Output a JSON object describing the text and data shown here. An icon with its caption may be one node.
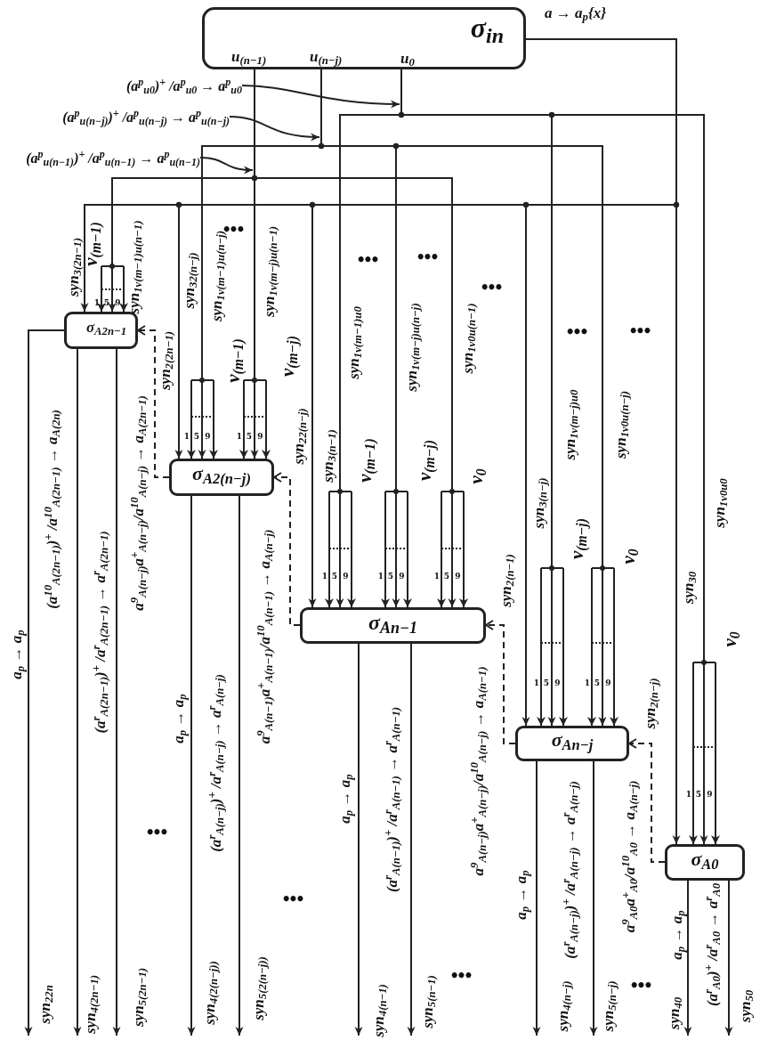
{
  "diagram": {
    "nodes": [
      {
        "text": [
          "σ$_{in}$",
          "u$_{(n−1)}$",
          "u$_{(n−j)}$",
          "u$_{0}$"
        ],
        "beside": [
          "a → a$_{p}${x}"
        ]
      },
      {
        "text": [
          "σ$_{A2n−1}$"
        ]
      },
      {
        "text": [
          "σ$_{A2(n−j)}$"
        ]
      },
      {
        "text": [
          "σ$_{An−1}$"
        ]
      },
      {
        "text": [
          "σ$_{An−j}$"
        ]
      },
      {
        "text": [
          "σ$_{A0}$"
        ]
      },
      {
        "text": [
          "(a$^{p}$$_{u0}$)$^{+}$ /a$^{p}$$_{u0}$ → a$^{p}$$_{u0}$"
        ]
      },
      {
        "text": [
          "(a$^{p}$$_{u(n−j)}$)$^{+}$ /a$^{p}$$_{u(n−j)}$ → a$^{p}$$_{u(n−j)}$"
        ]
      },
      {
        "text": [
          "(a$^{p}$$_{u(n−1)}$)$^{+}$ /a$^{p}$$_{u(n−1)}$ → a$^{p}$$_{u(n−1)}$"
        ]
      }
    ],
    "edges": [
      {
        "from": 0,
        "to": 1,
        "arrow": "to",
        "label": "syn$_{3(2n−1)}$"
      },
      {
        "from": 0,
        "to": 1,
        "arrow": "to",
        "label": "syn$_{1v(m−1)u(n−1)}$"
      },
      {
        "from": 0,
        "to": 2,
        "arrow": "to",
        "label": "syn$_{32(n−j)}$"
      },
      {
        "from": 0,
        "to": 2,
        "arrow": "to",
        "label": "syn$_{1v(m−1)u(n−j)}$"
      },
      {
        "from": 0,
        "to": 2,
        "arrow": "to",
        "label": "syn$_{1v(m−j)u(n−1)}$"
      },
      {
        "from": 0,
        "to": 3,
        "arrow": "to",
        "label": "syn$_{3(n−1)}$"
      },
      {
        "from": 0,
        "to": 3,
        "arrow": "to",
        "label": "syn$_{1v(m−1)u0}$"
      },
      {
        "from": 0,
        "to": 3,
        "arrow": "to",
        "label": "syn$_{1v(m−j)u(n−j)}$"
      },
      {
        "from": 0,
        "to": 3,
        "arrow": "to",
        "label": "syn$_{1v0u(n−1)}$"
      },
      {
        "from": 0,
        "to": 4,
        "arrow": "to",
        "label": "syn$_{3(n−j)}$"
      },
      {
        "from": 0,
        "to": 4,
        "arrow": "to",
        "label": "syn$_{1v(m−j)u0}$"
      },
      {
        "from": 0,
        "to": 4,
        "arrow": "to",
        "label": "syn$_{1v0u(n−j)}$"
      },
      {
        "from": 0,
        "to": 5,
        "arrow": "to",
        "label": "syn$_{30}$"
      },
      {
        "from": 0,
        "to": 5,
        "arrow": "to",
        "label": "syn$_{1v0u0}$"
      },
      {
        "from": 2,
        "to": 1,
        "arrow": "to",
        "style": "dashed",
        "label": "syn$_{2(2n−1)}$"
      },
      {
        "from": 3,
        "to": 2,
        "arrow": "to",
        "style": "dashed",
        "label": "syn$_{22(n−j)}$"
      },
      {
        "from": 4,
        "to": 3,
        "arrow": "to",
        "style": "dashed",
        "label": "syn$_{2(n−1)}$"
      },
      {
        "from": 5,
        "to": 4,
        "arrow": "to",
        "style": "dashed",
        "label": "syn$_{2(n−j)}$"
      },
      {
        "from": 1,
        "to": null,
        "arrow": "to",
        "label": "syn$_{22n}$"
      },
      {
        "from": 1,
        "to": null,
        "arrow": "to",
        "label": "syn$_{4(2n−1)}$"
      },
      {
        "from": 1,
        "to": null,
        "arrow": "to",
        "label": "syn$_{5(2n−1)}$"
      },
      {
        "from": 2,
        "to": null,
        "arrow": "to",
        "label": "syn$_{4(2(n−j))}$"
      },
      {
        "from": 2,
        "to": null,
        "arrow": "to",
        "label": "syn$_{5(2(n−j))}$"
      },
      {
        "from": 3,
        "to": null,
        "arrow": "to",
        "label": "syn$_{4(n−1)}$"
      },
      {
        "from": 3,
        "to": null,
        "arrow": "to",
        "label": "syn$_{5(n−1)}$"
      },
      {
        "from": 4,
        "to": null,
        "arrow": "to",
        "label": "syn$_{4(n−j)}$"
      },
      {
        "from": 4,
        "to": null,
        "arrow": "to",
        "label": "syn$_{5(n−j)}$"
      },
      {
        "from": 5,
        "to": null,
        "arrow": "to",
        "label": "syn$_{40}$"
      },
      {
        "from": 5,
        "to": null,
        "arrow": "to",
        "label": "syn$_{50}$"
      },
      {
        "from": 6,
        "to": null,
        "arrow": "to"
      },
      {
        "from": 7,
        "to": null,
        "arrow": "to"
      },
      {
        "from": 8,
        "to": null,
        "arrow": "to"
      }
    ],
    "labels": [
      "•••",
      "•••",
      "•••",
      "•••",
      "•••",
      "•••",
      "v$_{(m−1)}$",
      "v$_{(m−1)}$",
      "v$_{(m−j)}$",
      "v$_{(m−1)}$",
      "v$_{(m−j)}$",
      "v$_{0}$",
      "v$_{(m−j)}$",
      "v$_{0}$",
      "v$_{0}$",
      "1",
      "5",
      "9",
      "1",
      "5",
      "9",
      "1",
      "5",
      "9",
      "1",
      "5",
      "9",
      "1",
      "5",
      "9",
      "1",
      "5",
      "9",
      "1",
      "5",
      "9",
      "1",
      "5",
      "9",
      "1",
      "5",
      "9",
      "a$_{p}$ → a$_{p}$",
      "(a$^{10}$$_{A(2n−1)}$)$^{+}$ /a$^{10}$$_{A(2n−1)}$ → a$_{A(2n)}$",
      "(a$^{r}$$_{A(2n−1)}$)$^{+}$ /a$^{r}$$_{A(2n−1)}$ → a$^{r}$$_{A(2n−1)}$",
      "a$^{9}$$_{A(n−j)}$a$^{+}$$_{A(n−j)}$/a$^{10}$$_{A(n−j)}$ → a$_{A(2n−1)}$",
      "a$_{p}$ → a$_{p}$",
      "(a$^{r}$$_{A(n−j)}$)$^{+}$ /a$^{r}$$_{A(n−j)}$ → a$^{r}$$_{A(n−j)}$",
      "a$^{9}$$_{A(n−1)}$a$^{+}$$_{A(n−1)}$/a$^{10}$$_{A(n−1)}$ → a$_{A(n−j)}$",
      "a$_{p}$ → a$_{p}$",
      "(a$^{r}$$_{A(n−1)}$)$^{+}$ /a$^{r}$$_{A(n−1)}$ → a$^{r}$$_{A(n−1)}$",
      "a$^{9}$$_{A(n−j)}$a$^{+}$$_{A(n−j)}$/a$^{10}$$_{A(n−j)}$ → a$_{A(n−1)}$",
      "a$_{p}$ → a$_{p}$",
      "(a$^{r}$$_{A(n−j)}$)$^{+}$ /a$^{r}$$_{A(n−j)}$ → a$^{r}$$_{A(n−j)}$",
      "a$^{9}$$_{A0}$a$^{+}$$_{A0}$/a$^{10}$$_{A0}$ → a$_{A(n−j)}$",
      "a$_{p}$ → a$_{p}$",
      "(a$^{r}$$_{A0}$)$^{+}$ /a$^{r}$$_{A0}$ → a$^{r}$$_{A0}$",
      "•••",
      "•••",
      "•••",
      "•••"
    ]
  }
}
